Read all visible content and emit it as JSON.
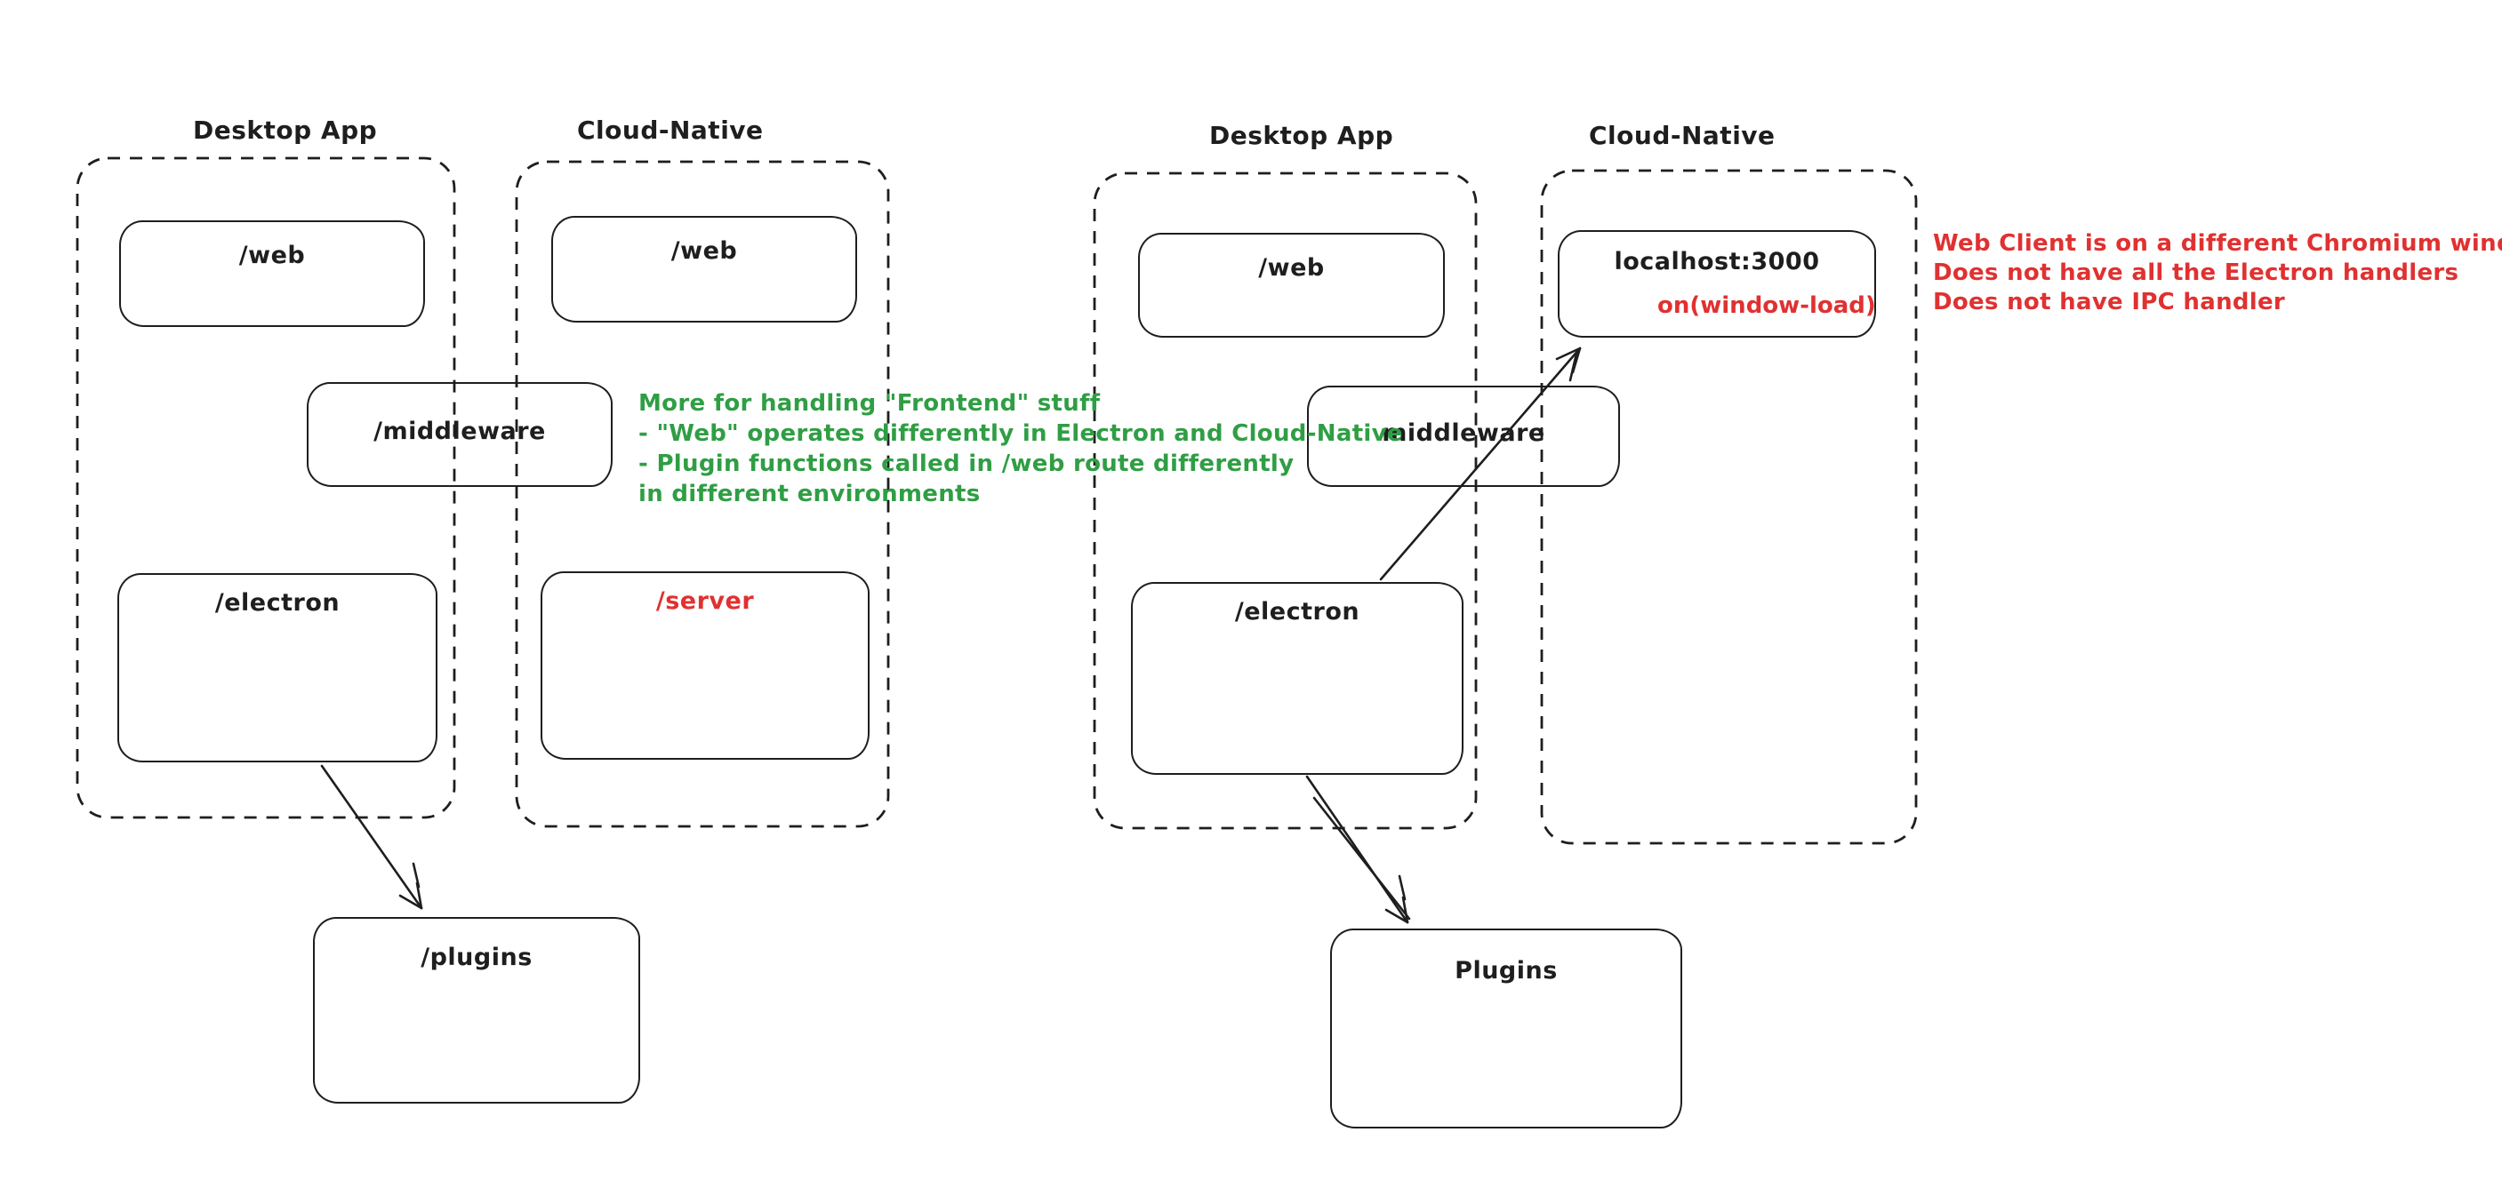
{
  "canvas": {
    "background_color": "#ffffff",
    "ink_color": "#1e1e1e",
    "green_color": "#2f9e44",
    "red_color": "#e03131"
  },
  "left_diagram": {
    "desktop_group_label": "Desktop App",
    "cloud_group_label": "Cloud-Native",
    "web_desktop_label": "/web",
    "web_cloud_label": "/web",
    "middleware_label": "/middleware",
    "electron_label": "/electron",
    "server_label": "/server",
    "plugins_label": "/plugins",
    "green_note": {
      "lines": [
        "More for handling \"Frontend\" stuff",
        "- \"Web\" operates differently in Electron and Cloud-Native",
        "- Plugin functions called in /web route differently",
        "in different environments"
      ]
    }
  },
  "right_diagram": {
    "desktop_group_label": "Desktop App",
    "cloud_group_label": "Cloud-Native",
    "web_desktop_label": "/web",
    "localhost_label": "localhost:3000",
    "localhost_sub_label": "on(window-load)",
    "middleware_label": "middleware",
    "electron_label": "/electron",
    "plugins_label": "Plugins",
    "red_note": {
      "lines": [
        "Web Client is on a different Chromium window",
        "Does not have all the Electron handlers",
        "Does not have IPC handler"
      ]
    }
  }
}
